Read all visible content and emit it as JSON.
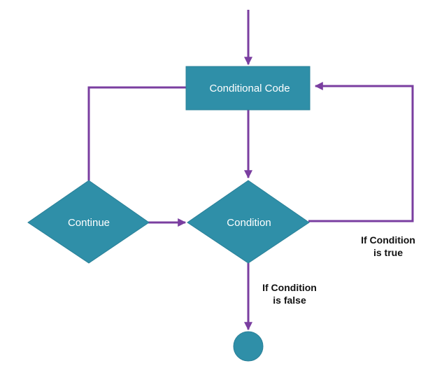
{
  "diagram": {
    "nodes": {
      "conditional_code": "Conditional Code",
      "condition": "Condition",
      "continue": "Continue"
    },
    "annotations": {
      "true_line1": "If Condition",
      "true_line2": "is true",
      "false_line1": "If Condition",
      "false_line2": "is false"
    }
  },
  "colors": {
    "node_fill": "#2f8fa8",
    "edge": "#7a3ea0"
  }
}
